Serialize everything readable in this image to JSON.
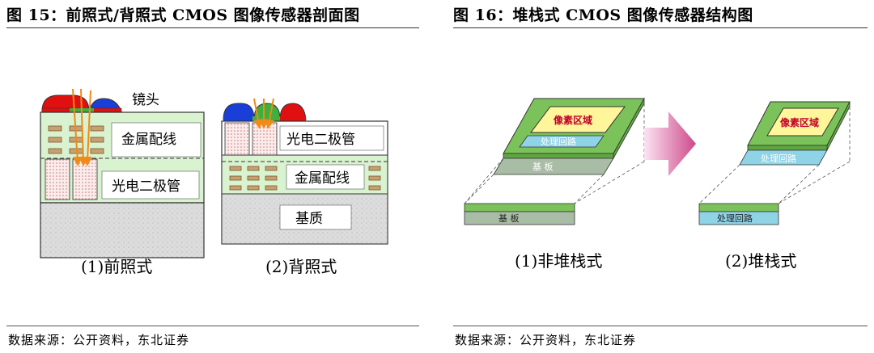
{
  "left": {
    "title": "图 15：前照式/背照式 CMOS 图像传感器剖面图",
    "source": "数据来源：公开资料，东北证券",
    "front": {
      "lens_label": "镜头",
      "metal_label": "金属配线",
      "photodiode_label": "光电二极管",
      "caption": "(1)前照式"
    },
    "back": {
      "photodiode_label": "光电二极管",
      "metal_label": "金属配线",
      "substrate_label": "基质",
      "caption": "(2)背照式"
    }
  },
  "right": {
    "title": "图 16：堆栈式 CMOS 图像传感器结构图",
    "source": "数据来源：公开资料，东北证券",
    "nonstacked": {
      "pixel_label": "像素区域",
      "circuit_label": "处理回路",
      "substrate_label": "基    板",
      "substrate_label_bottom": "基    板",
      "caption": "(1)非堆栈式"
    },
    "stacked": {
      "pixel_label": "像素区域",
      "circuit_label": "处理回路",
      "circuit_label_bottom": "处理回路",
      "caption": "(2)堆栈式"
    }
  },
  "colors": {
    "green_layer": "#d9f2d0",
    "lens_red": "#e01010",
    "lens_blue": "#1a3fd8",
    "arrow_orange": "#f08a1a",
    "gray_substrate": "#d8d8d8",
    "chip_green": "#7cc25a",
    "chip_yellow": "#fff59a",
    "chip_blue": "#8ed3e6",
    "arrow_pink": "#d24a9a"
  }
}
